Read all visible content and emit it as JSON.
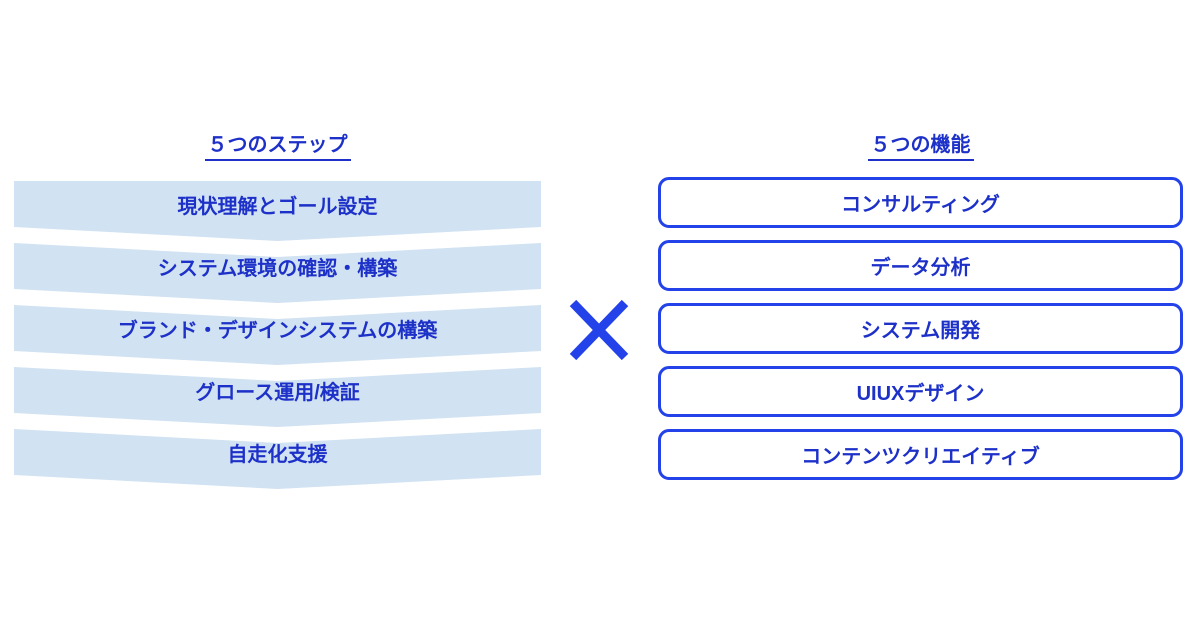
{
  "left": {
    "title": "５つのステップ",
    "steps": [
      "現状理解とゴール設定",
      "システム環境の確認・構築",
      "ブランド・デザインシステムの構築",
      "グロース運用/検証",
      "自走化支援"
    ]
  },
  "right": {
    "title": "５つの機能",
    "functions": [
      "コンサルティング",
      "データ分析",
      "システム開発",
      "UIUXデザイン",
      "コンテンツクリエイティブ"
    ]
  },
  "cross_symbol": "×",
  "colors": {
    "step_fill": "#d1e2f2",
    "text_blue": "#1d31c9",
    "outline_blue": "#2342e9",
    "background": "#ffffff"
  }
}
